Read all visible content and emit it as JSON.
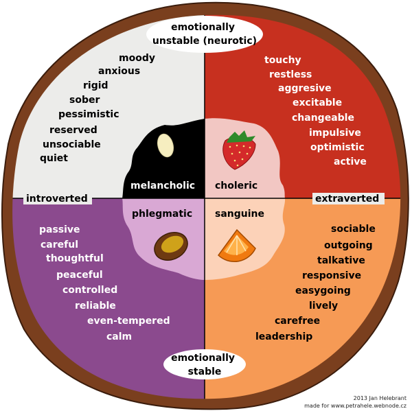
{
  "top_label": [
    "emotionally",
    "unstable (neurotic)"
  ],
  "bottom_label": [
    "emotionally",
    "stable"
  ],
  "left_label": "introverted",
  "right_label": "extraverted",
  "quadrants": {
    "melancholic": {
      "name": "melancholic",
      "traits": [
        "moody",
        "anxious",
        "rigid",
        "sober",
        "pessimistic",
        "reserved",
        "unsociable",
        "quiet"
      ]
    },
    "choleric": {
      "name": "choleric",
      "traits": [
        "touchy",
        "restless",
        "aggresive",
        "excitable",
        "changeable",
        "impulsive",
        "optimistic",
        "active"
      ]
    },
    "phlegmatic": {
      "name": "phlegmatic",
      "traits": [
        "passive",
        "careful",
        "thoughtful",
        "peaceful",
        "controlled",
        "reliable",
        "even-tempered",
        "calm"
      ]
    },
    "sanguine": {
      "name": "sanguine",
      "traits": [
        "sociable",
        "outgoing",
        "talkative",
        "responsive",
        "easygoing",
        "lively",
        "carefree",
        "leadership"
      ]
    }
  },
  "credit": [
    "2013 Jan Helebrant",
    "made for www.petrahele.webnode.cz"
  ],
  "colors": {
    "rim": "#7a3f1e",
    "melancholic": "#ececea",
    "choleric": "#c7301f",
    "phlegmatic": "#8b4a8e",
    "sanguine": "#f69a55",
    "center_melancholic": "#000000",
    "center_choleric": "#f2c7c3",
    "center_phlegmatic": "#d9a8d4",
    "center_sanguine": "#fcd2b8"
  },
  "icons": [
    "seed-icon",
    "strawberry-icon",
    "olive-icon",
    "orange-slice-icon"
  ]
}
